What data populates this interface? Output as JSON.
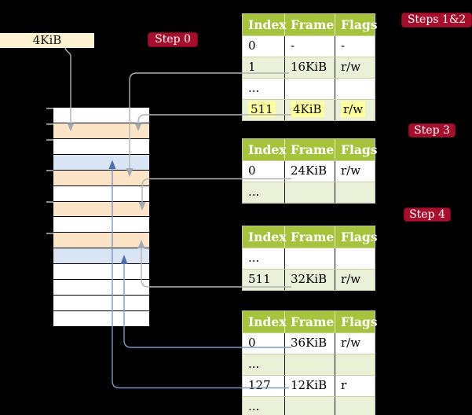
{
  "labels": {
    "box_4kib": "4KiB",
    "step0": "Step 0",
    "steps12": "Steps 1&2",
    "step3": "Step 3",
    "step4": "Step 4"
  },
  "memory": {
    "rows": [
      {
        "fill": "white"
      },
      {
        "fill": "peach"
      },
      {
        "fill": "white"
      },
      {
        "fill": "blue"
      },
      {
        "fill": "peach"
      },
      {
        "fill": "white"
      },
      {
        "fill": "peach"
      },
      {
        "fill": "white"
      },
      {
        "fill": "peach"
      },
      {
        "fill": "blue"
      },
      {
        "fill": "white"
      },
      {
        "fill": "white"
      },
      {
        "fill": "white"
      },
      {
        "fill": "white"
      }
    ],
    "ticks": [
      137,
      157,
      177,
      216,
      256,
      296
    ]
  },
  "tables": [
    {
      "label": "Steps 1&2",
      "headers": [
        "Index",
        "Frame",
        "Flags"
      ],
      "rows": [
        {
          "cells": [
            "0",
            "-",
            "-"
          ],
          "shaded": false,
          "highlighted": false
        },
        {
          "cells": [
            "1",
            "16KiB",
            "r/w"
          ],
          "shaded": true,
          "highlighted": false
        },
        {
          "cells": [
            "...",
            "",
            ""
          ],
          "shaded": false,
          "highlighted": false
        },
        {
          "cells": [
            "511",
            "4KiB",
            "r/w"
          ],
          "shaded": true,
          "highlighted": true
        }
      ]
    },
    {
      "label": "Step 3",
      "headers": [
        "Index",
        "Frame",
        "Flags"
      ],
      "rows": [
        {
          "cells": [
            "0",
            "24KiB",
            "r/w"
          ],
          "shaded": false,
          "highlighted": false
        },
        {
          "cells": [
            "...",
            "",
            ""
          ],
          "shaded": true,
          "highlighted": false
        }
      ]
    },
    {
      "label": "Step 4",
      "headers": [
        "Index",
        "Frame",
        "Flags"
      ],
      "rows": [
        {
          "cells": [
            "...",
            "",
            ""
          ],
          "shaded": false,
          "highlighted": false
        },
        {
          "cells": [
            "511",
            "32KiB",
            "r/w"
          ],
          "shaded": true,
          "highlighted": false
        }
      ]
    },
    {
      "label": "",
      "headers": [
        "Index",
        "Frame",
        "Flags"
      ],
      "rows": [
        {
          "cells": [
            "0",
            "36KiB",
            "r/w"
          ],
          "shaded": false,
          "highlighted": false
        },
        {
          "cells": [
            "...",
            "",
            ""
          ],
          "shaded": true,
          "highlighted": false
        },
        {
          "cells": [
            "127",
            "12KiB",
            "r"
          ],
          "shaded": false,
          "highlighted": false
        },
        {
          "cells": [
            "...",
            "",
            ""
          ],
          "shaded": true,
          "highlighted": false
        }
      ]
    }
  ],
  "connectors": [
    {
      "from": "4KiB box",
      "to": "memory frame 4KiB",
      "color": "gray"
    },
    {
      "from": "table1 entry 1 (16KiB)",
      "to": "memory frame 16KiB",
      "color": "gray"
    },
    {
      "from": "table1 entry 511 (4KiB)",
      "to": "memory frame 4KiB",
      "color": "gray"
    },
    {
      "from": "table2 entry 0 (24KiB)",
      "to": "memory frame 24KiB",
      "color": "gray"
    },
    {
      "from": "table3 entry 511 (32KiB)",
      "to": "memory frame 32KiB",
      "color": "gray"
    },
    {
      "from": "table4 entry 0 (36KiB)",
      "to": "memory frame 36KiB",
      "color": "blue"
    },
    {
      "from": "table4 entry 127 (12KiB)",
      "to": "memory frame 12KiB",
      "color": "blue"
    }
  ],
  "colors": {
    "background": "#000000",
    "label_red": "#a60e2c",
    "box_cream": "#fdf2cf",
    "table_header_green": "#a5c43c",
    "table_row_green": "#ebf1d9",
    "highlight_yellow": "#ffff9c",
    "frame_peach": "#fce4c7",
    "frame_blue": "#d9e4f4",
    "arrow_gray": "#b2b2b2",
    "arrow_blue": "#7b97c9"
  }
}
